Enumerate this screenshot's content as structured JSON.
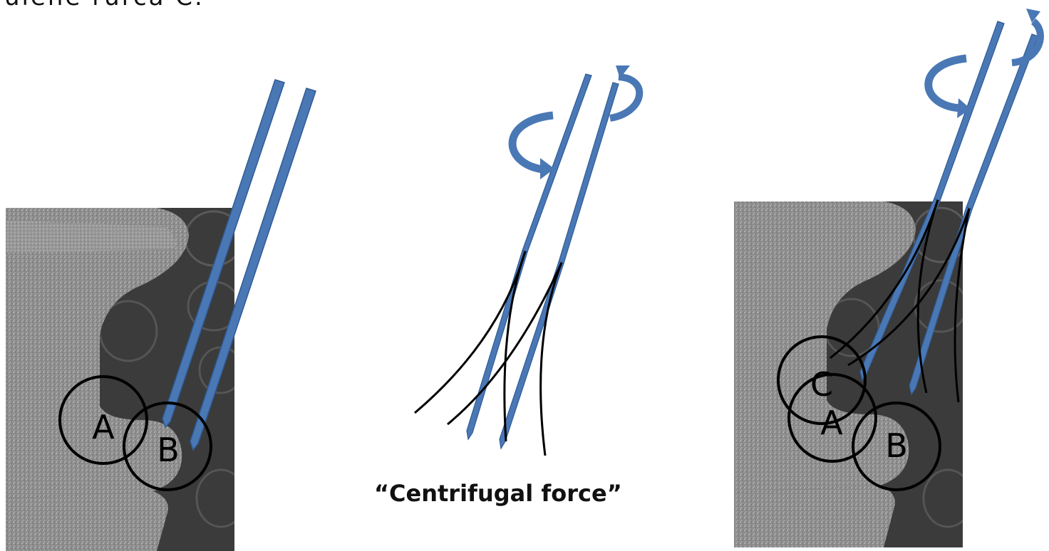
{
  "header": {
    "partial_text": "ulene rurca C."
  },
  "caption": {
    "text": "“Centrifugal force”"
  },
  "labels": {
    "a": "A",
    "b": "B",
    "c": "C"
  },
  "colors": {
    "instrument": "#4a78b5",
    "instrument_edge": "#2f5b96",
    "outline": "#000000",
    "sem_dark": "#3a3a3a",
    "sem_tissue": "#8f8f8f"
  }
}
